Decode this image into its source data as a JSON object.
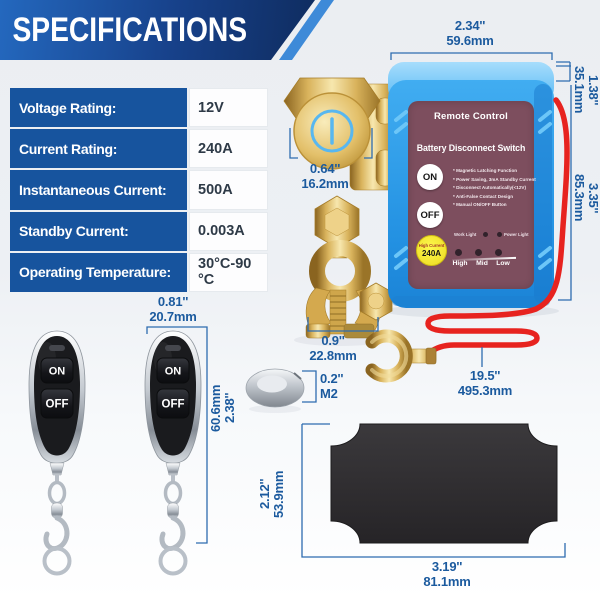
{
  "title": "SPECIFICATIONS",
  "spec_table": {
    "rows": [
      {
        "label": "Voltage Rating:",
        "value": "12V"
      },
      {
        "label": "Current Rating:",
        "value": "240A"
      },
      {
        "label": "Instantaneous Current:",
        "value": "500A"
      },
      {
        "label": "Standby Current:",
        "value": "0.003A"
      },
      {
        "label": "Operating Temperature:",
        "value": "30°C-90 °C"
      }
    ]
  },
  "device": {
    "title_line1": "Remote Control",
    "title_line2": "Battery Disconnect Switch",
    "on_label": "ON",
    "off_label": "OFF",
    "features": [
      "* Magnetic Latching Function",
      "* Power Saving, 3mA Standby Current",
      "* Disconnect Automatically(<12V)",
      "* Anti-False Contact Design",
      "* Manual ON/OFF Button"
    ],
    "work_light": "Work Light",
    "power_light": "Power Light",
    "level_high": "High",
    "level_mid": "Mid",
    "level_low": "Low",
    "badge_top": "High Current",
    "badge_value": "240A"
  },
  "remotes": {
    "on_label": "ON",
    "off_label": "OFF"
  },
  "dims": {
    "top_width_in": "2.34''",
    "top_width_mm": "59.6mm",
    "lid_in": "1.38''",
    "lid_mm": "35.1mm",
    "body_in": "3.35''",
    "body_mm": "85.3mm",
    "post_in": "0.64''",
    "post_mm": "16.2mm",
    "clamp_in": "0.9''",
    "clamp_mm": "22.8mm",
    "wire_in": "19.5''",
    "wire_mm": "495.3mm",
    "remote_w_in": "0.81''",
    "remote_w_mm": "20.7mm",
    "remote_h_in": "2.38''",
    "remote_h_mm": "60.6mm",
    "washer_in": "0.2''",
    "washer_mm": "M2",
    "plate_h_in": "2.12''",
    "plate_h_mm": "53.9mm",
    "plate_w_in": "3.19''",
    "plate_w_mm": "81.1mm"
  },
  "colors": {
    "banner_blue": "#2468be",
    "banner_navy": "#0f2c5f",
    "accent_stripe": "#3e8ad8",
    "table_label_bg": "#17549e",
    "dimension_blue": "#1b5a9e",
    "device_blue": "#2f9fe9",
    "panel_maroon": "#7d4e5e",
    "badge_yellow": "#f4e63a",
    "wire_red": "#e7231f",
    "brass_gold": "#d9b35c",
    "remote_black": "#1a1b1e"
  }
}
